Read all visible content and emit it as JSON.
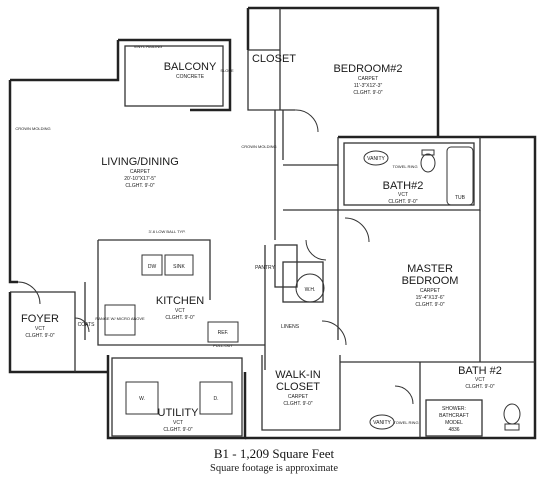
{
  "rooms": {
    "balcony": {
      "name": "BALCONY",
      "sub": "CONCRETE"
    },
    "vinyl_railing": "VINYL RAILING",
    "slope": "SLOPE",
    "closet_top": "CLOSET",
    "bedroom2": {
      "name": "BEDROOM#2",
      "l1": "CARPET",
      "l2": "11'-3\"X12'-3\"",
      "l3": "CLGHT. 9'-0\""
    },
    "living": {
      "name": "LIVING/DINING",
      "l1": "CARPET",
      "l2": "20'-10\"X17'-5\"",
      "l3": "CLGHT. 9'-0\""
    },
    "crown_left": "CROWN MOLDING",
    "crown_right": "CROWN MOLDING",
    "vanity1": "VANITY",
    "towel_ring1": "TOWEL RING",
    "bath2_top": {
      "name": "BATH#2",
      "l1": "VCT",
      "l2": "CLGHT. 9'-0\""
    },
    "tub": "TUB",
    "wall_note": "3'-6 LOW BALL TYP.",
    "dw": "DW",
    "sink": "SINK",
    "pantry": "PANTRY",
    "wh": "W.H.",
    "master": {
      "name": "MASTER",
      "name2": "BEDROOM",
      "l1": "CARPET",
      "l2": "15'-4\"X13'-6\"",
      "l3": "CLGHT. 9'-0\""
    },
    "foyer": {
      "name": "FOYER",
      "l1": "VCT",
      "l2": "CLGHT. 9'-0\""
    },
    "coats": "COATS",
    "range": "RANGE W/ MICRO ABOVE",
    "kitchen": {
      "name": "KITCHEN",
      "l1": "VCT",
      "l2": "CLGHT. 9'-0\""
    },
    "ref": "REF.",
    "pullout": "PULL-OUT",
    "linens": "LINENS",
    "walkin": {
      "name": "WALK-IN",
      "name2": "CLOSET",
      "l1": "CARPET",
      "l2": "CLGHT. 9'-0\""
    },
    "bath_master": {
      "name": "BATH #2",
      "l1": "VCT",
      "l2": "CLGHT. 9'-0\""
    },
    "utility": {
      "name": "UTILITY",
      "l1": "VCT",
      "l2": "CLGHT. 9'-0\""
    },
    "washer": "W.",
    "dryer": "D.",
    "vanity2": "VANITY",
    "towel_ring2": "TOWEL RING",
    "shower": {
      "l1": "SHOWER:",
      "l2": "BATHCRAFT",
      "l3": "MODEL",
      "l4": "4836"
    }
  },
  "caption": {
    "title": "B1 - 1,209 Square Feet",
    "subtitle": "Square footage is approximate"
  }
}
